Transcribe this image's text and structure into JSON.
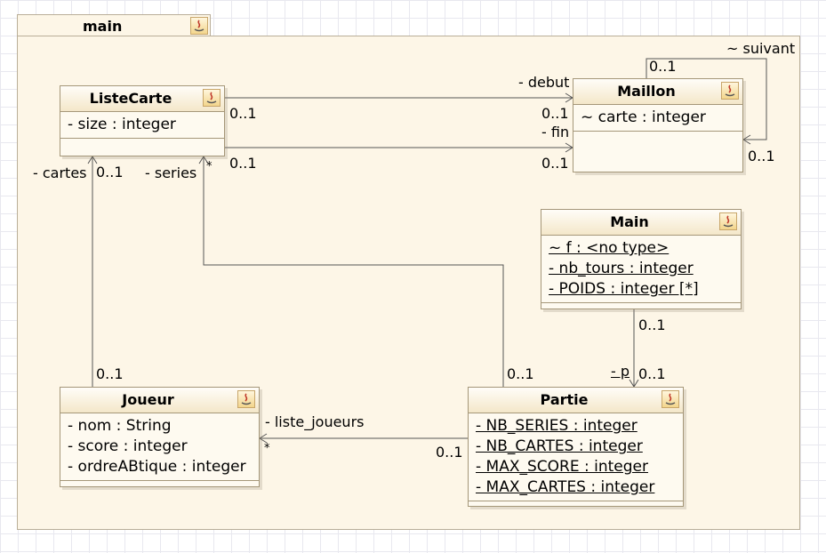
{
  "package": {
    "name": "main"
  },
  "classes": {
    "listecarte": {
      "name": "ListeCarte",
      "attributes": [
        "- size : integer"
      ]
    },
    "maillon": {
      "name": "Maillon",
      "attributes": [
        "~ carte : integer"
      ]
    },
    "main_class": {
      "name": "Main",
      "attributes": [
        "~ f : <no type>",
        "- nb_tours : integer",
        "- POIDS : integer [*]"
      ]
    },
    "joueur": {
      "name": "Joueur",
      "attributes": [
        "- nom : String",
        "- score : integer",
        "- ordreABtique : integer"
      ]
    },
    "partie": {
      "name": "Partie",
      "attributes": [
        "- NB_SERIES : integer",
        "- NB_CARTES : integer",
        "- MAX_SCORE : integer",
        "- MAX_CARTES : integer"
      ]
    }
  },
  "associations": {
    "debut": {
      "role": "- debut",
      "source_mult": "0..1",
      "target_mult": "0..1"
    },
    "fin": {
      "role": "- fin",
      "source_mult": "0..1",
      "target_mult": "0..1"
    },
    "suivant": {
      "role": "~ suivant",
      "mult_a": "0..1",
      "mult_b": "0..1"
    },
    "cartes": {
      "role": "- cartes",
      "target_mult": "0..1",
      "source_mult": "0..1"
    },
    "series": {
      "role": "- series",
      "target_mult": "*",
      "source_mult": "0..1"
    },
    "p": {
      "role": "- p",
      "source_mult": "0..1",
      "target_mult": "0..1"
    },
    "liste_joueurs": {
      "role": "- liste_joueurs",
      "target_mult": "*",
      "source_mult": "0..1"
    }
  }
}
